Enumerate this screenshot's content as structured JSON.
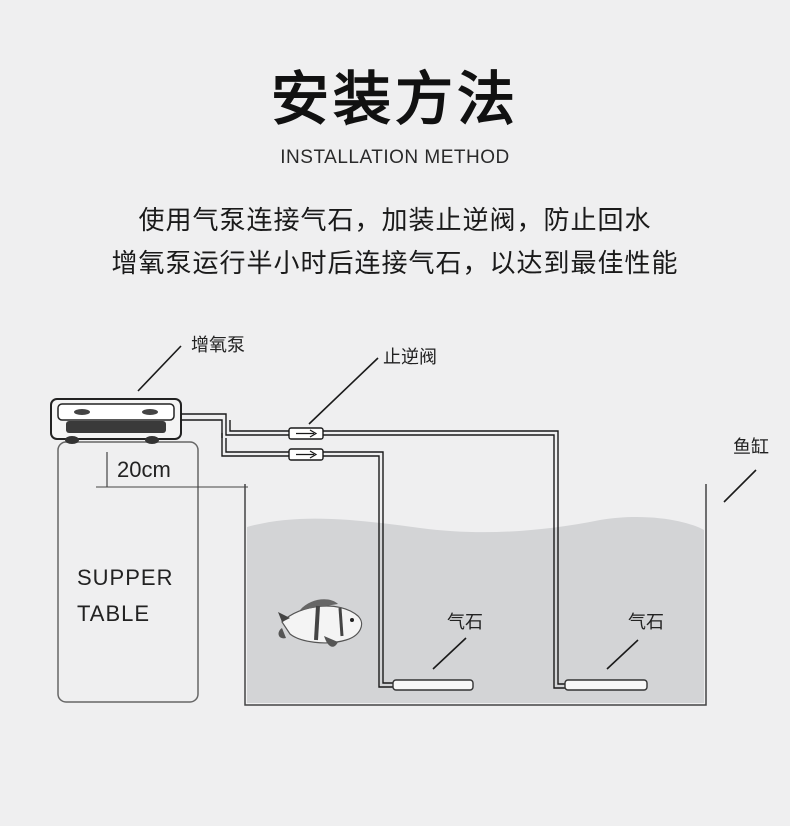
{
  "heading": {
    "title": "安装方法",
    "subtitle": "INSTALLATION METHOD"
  },
  "description": {
    "line1": "使用气泵连接气石，加装止逆阀，防止回水",
    "line2": "增氧泵运行半小时后连接气石，以达到最佳性能"
  },
  "labels": {
    "pump": "增氧泵",
    "check_valve": "止逆阀",
    "tank": "鱼缸",
    "air_stone_1": "气石",
    "air_stone_2": "气石",
    "height": "20cm",
    "table_line1": "SUPPER",
    "table_line2": "TABLE"
  },
  "colors": {
    "background": "#efeff0",
    "water": "#d2d3d5",
    "line": "#1a1a1a"
  }
}
